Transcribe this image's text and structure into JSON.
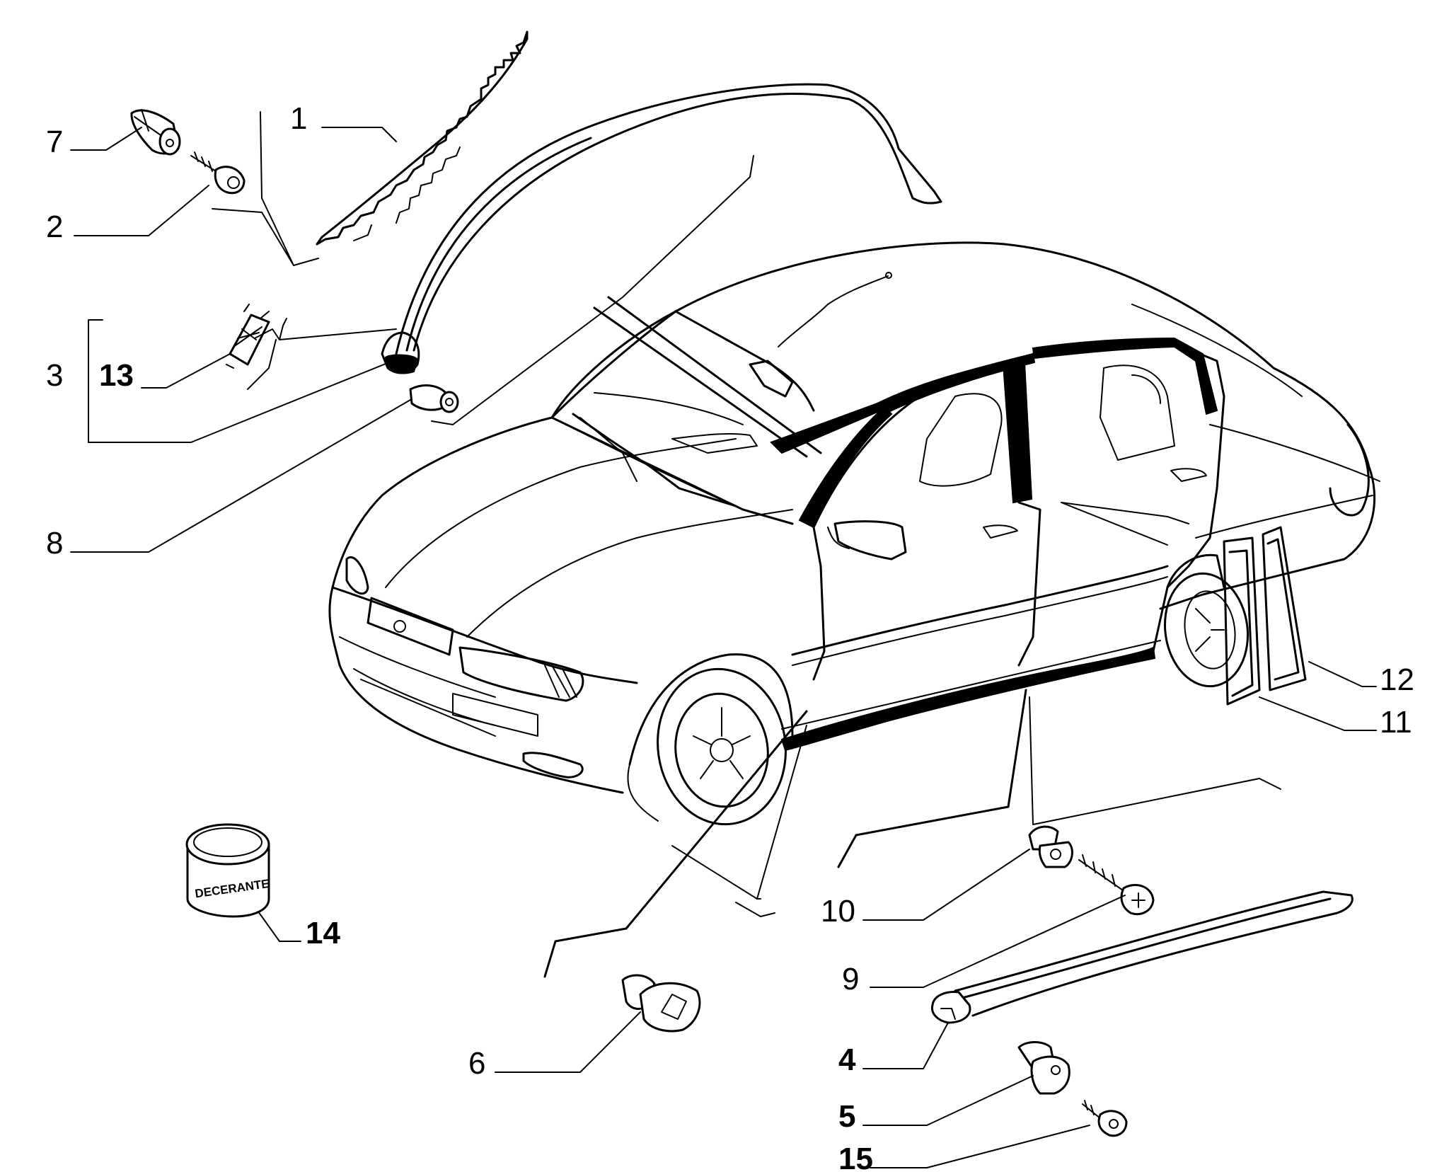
{
  "diagram": {
    "callouts": [
      {
        "id": "c1",
        "label": "1"
      },
      {
        "id": "c2",
        "label": "2"
      },
      {
        "id": "c3",
        "label": "3"
      },
      {
        "id": "c4",
        "label": "4"
      },
      {
        "id": "c5",
        "label": "5"
      },
      {
        "id": "c6",
        "label": "6"
      },
      {
        "id": "c7",
        "label": "7"
      },
      {
        "id": "c8",
        "label": "8"
      },
      {
        "id": "c9",
        "label": "9"
      },
      {
        "id": "c10",
        "label": "10"
      },
      {
        "id": "c11",
        "label": "11"
      },
      {
        "id": "c12",
        "label": "12"
      },
      {
        "id": "c13",
        "label": "13"
      },
      {
        "id": "c14",
        "label": "14"
      },
      {
        "id": "c15",
        "label": "15"
      }
    ],
    "can_label": "DECERANTE",
    "colors": {
      "ink": "#000000",
      "background": "#ffffff"
    }
  }
}
